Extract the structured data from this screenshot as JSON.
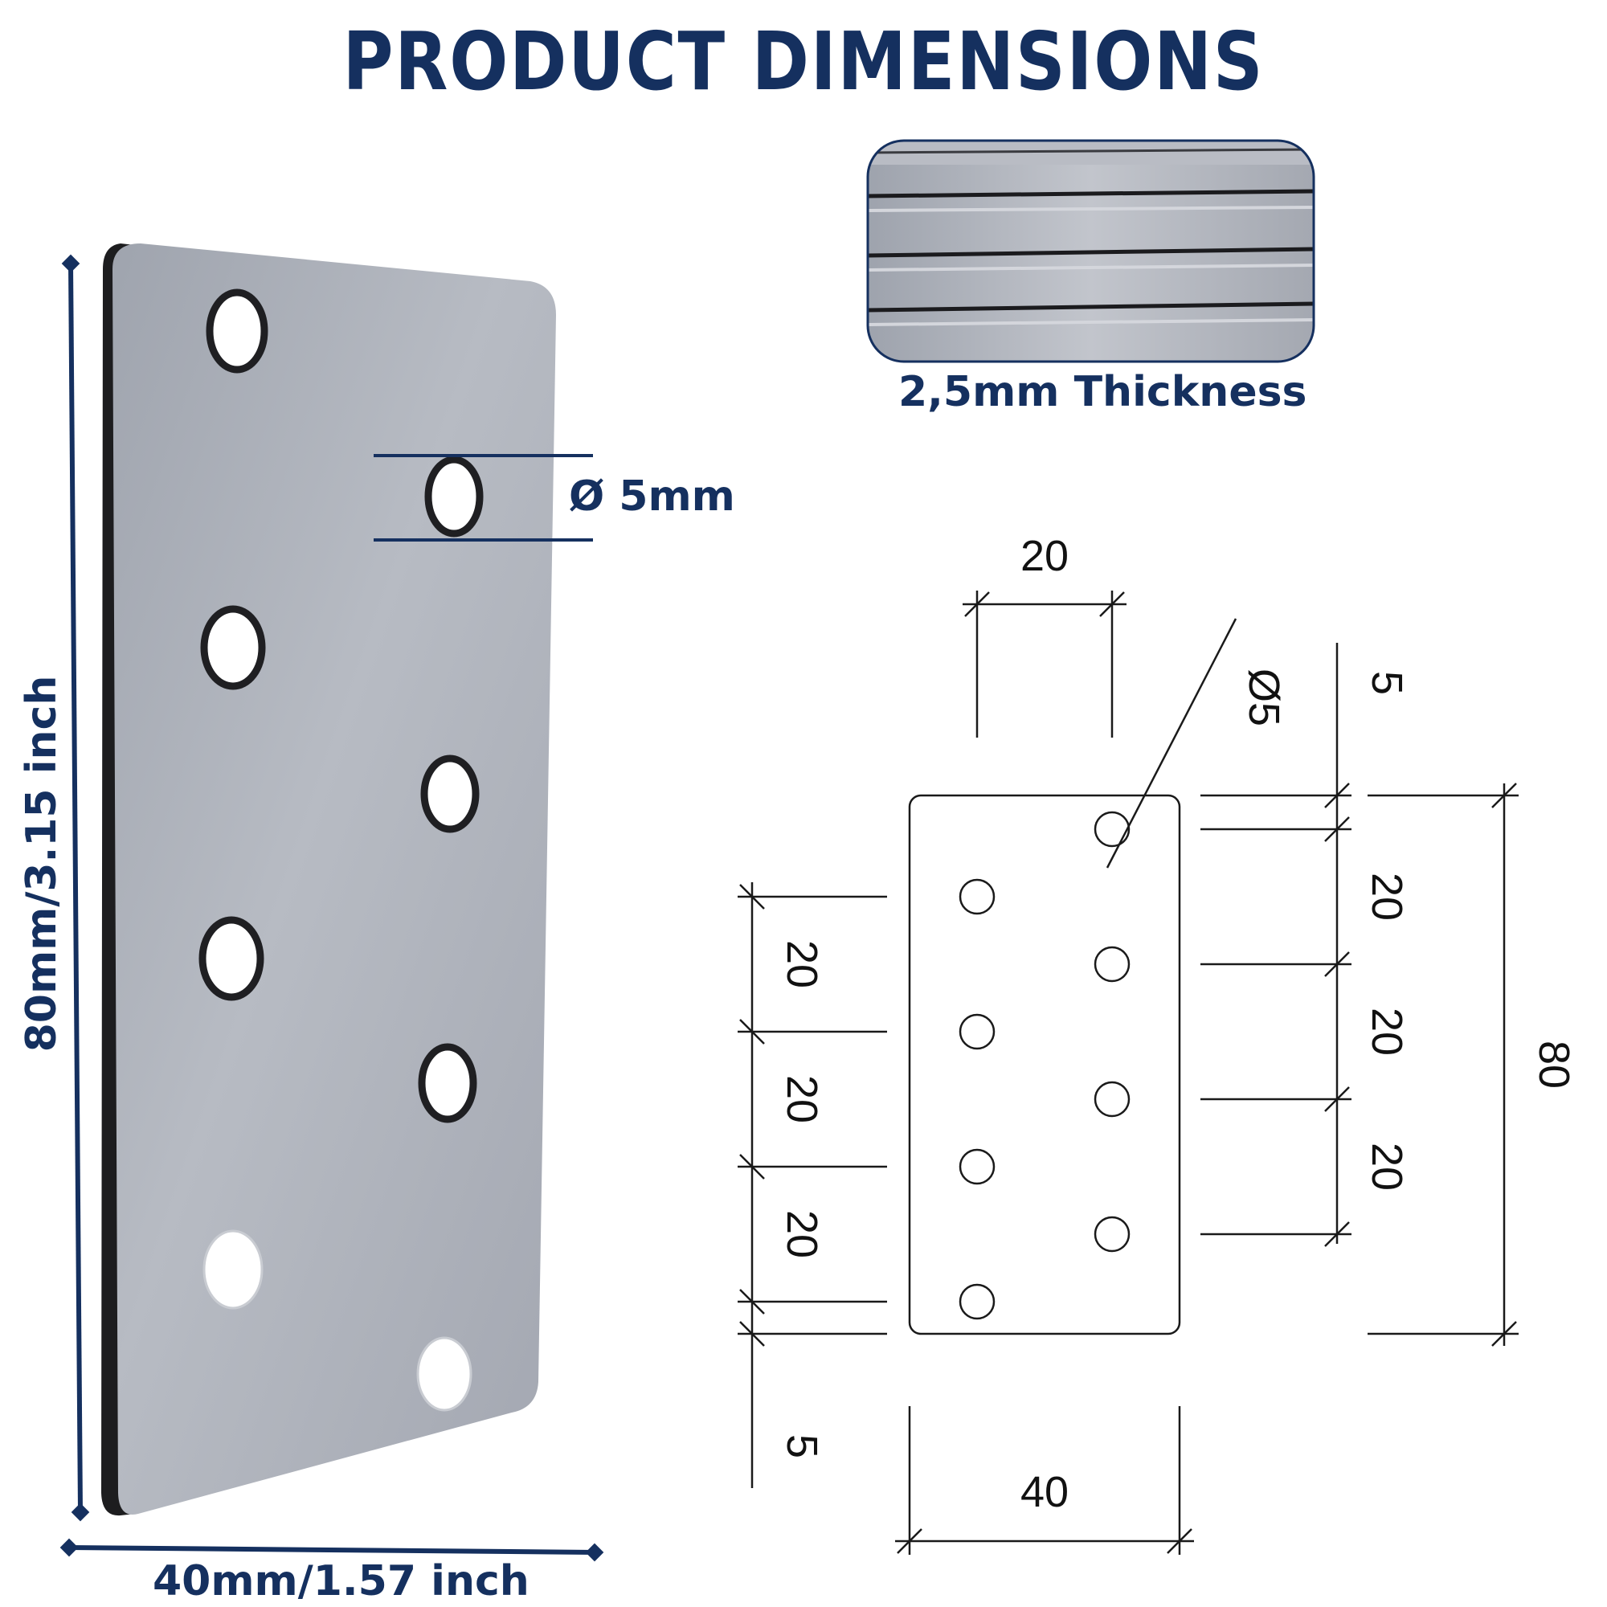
{
  "title": "PRODUCT DIMENSIONS",
  "photo": {
    "height_label": "80mm/3.15 inch",
    "width_label": "40mm/1.57 inch",
    "hole_label": "Ø 5mm"
  },
  "thickness": {
    "label": "2,5mm Thickness"
  },
  "drawing": {
    "top_spacing": "20",
    "hole_diameter": "Ø5",
    "top_margin_right": "5",
    "right_spacing_1": "20",
    "right_spacing_2": "20",
    "right_spacing_3": "20",
    "overall_height": "80",
    "left_spacing_1": "20",
    "left_spacing_2": "20",
    "left_spacing_3": "20",
    "bottom_margin_left": "5",
    "overall_width": "40"
  },
  "colors": {
    "navy": "#15305f",
    "steel": "#a9adb7",
    "edge": "#1d1d1f"
  }
}
